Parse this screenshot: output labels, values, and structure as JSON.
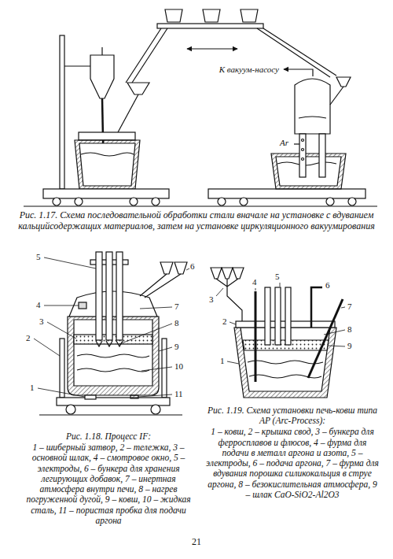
{
  "diagram": {
    "labels": [
      "К вакуум-насосу",
      "Ar",
      "Рис. 1.17. Схема последовательной обработки стали вначале на установке с вдуванием кальцийсодержащих материалов, затем на установке циркуляционного вакуумирования",
      "5",
      "6",
      "4",
      "7",
      "3",
      "8",
      "2",
      "9",
      "10",
      "1",
      "11",
      "Рис. 1.18. Процесс IF:",
      "1 – шиберный затвор, 2 – тележка, 3 – основной шлак, 4 – смотровое окно, 5 – электроды, 6 – бункера для хранения легирующих добавок, 7 – инертная атмосфера внутри печи, 8 – нагрев погруженной дугой, 9 – ковш, 10 – жидкая сталь, 11 – пористая пробка для подачи аргона",
      "3",
      "4",
      "5",
      "6",
      "7",
      "2",
      "8",
      "9",
      "1",
      "Рис. 1.19. Схема установки печь-ковш типа AP (Arc-Process):",
      "1 – ковш, 2 – крышка свод, 3 – бункера для ферросплавов и флюсов, 4 – фурма для подачи в металл аргона и азота, 5 – электроды, 6 – подача аргона, 7 – фурма для вдувания порошка силикокальция в струе аргона, 8 – безокислительная атмосфера, 9 – шлак CaO-SiO2-Al2O3",
      "21"
    ]
  }
}
